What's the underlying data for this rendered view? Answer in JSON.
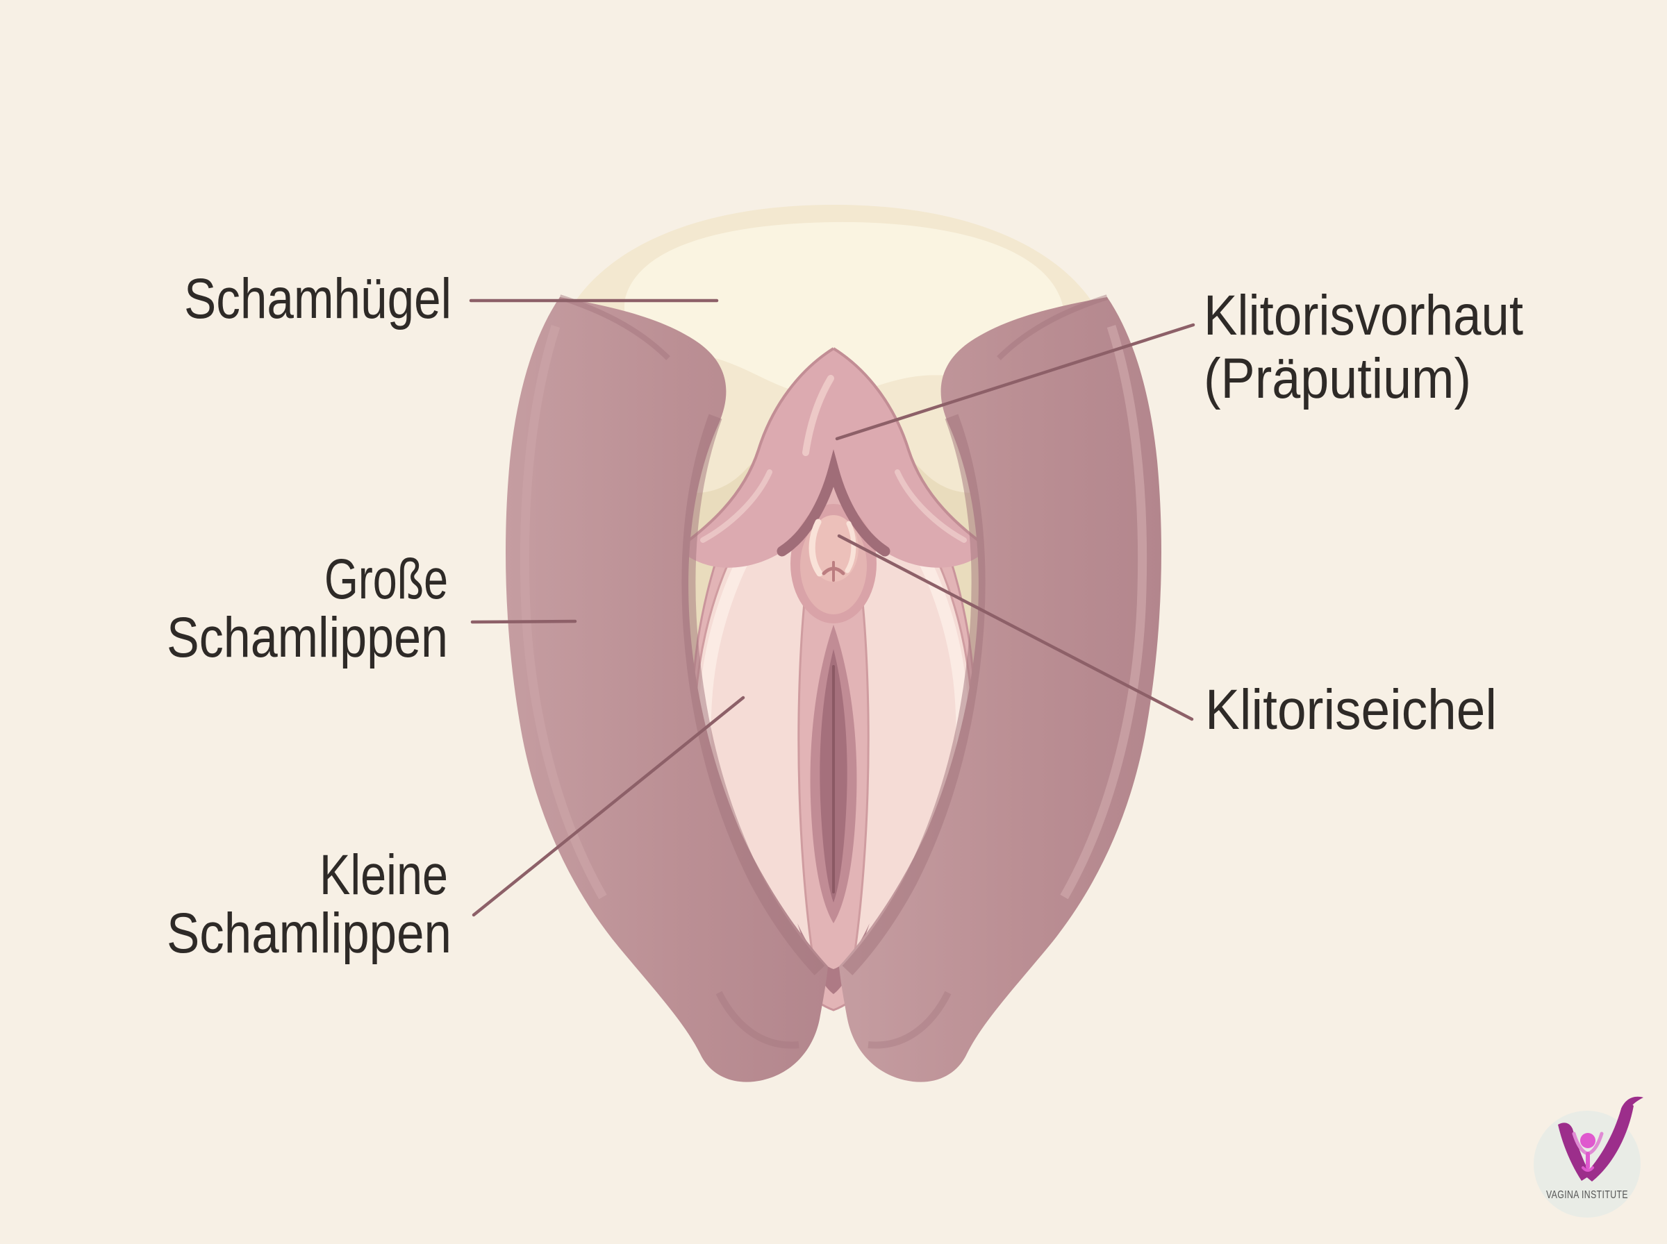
{
  "page": {
    "background_color": "#f7f0e5",
    "type": "medical anatomy diagram (vulva, German labels)"
  },
  "diagram": {
    "annotations": [
      {
        "id": "schamhuegel",
        "lines": [
          "Schamhügel"
        ]
      },
      {
        "id": "grosse-schamlippen",
        "lines": [
          "Große",
          "Schamlippen"
        ]
      },
      {
        "id": "kleine-schamlippen",
        "lines": [
          "Kleine",
          "Schamlippen"
        ]
      },
      {
        "id": "klitorisvorhaut",
        "lines": [
          "Klitorisvorhaut",
          "(Präputium)"
        ]
      },
      {
        "id": "klitoriseichel",
        "lines": [
          "Klitoriseichel"
        ]
      }
    ],
    "colors": {
      "background": "#f7f0e5",
      "label_text": "#2e2a27",
      "leader_line": "#8d6068",
      "mons_pubis": "#f3e8d0",
      "mons_highlight": "#faf4e2",
      "beige_interior": "#e9dcbd",
      "labia_majora": "#bb8f94",
      "labia_majora_shadow": "#a1747c",
      "labia_majora_highlight": "#caa2a6",
      "hood_pink": "#dcaab0",
      "inner_labia": "#f5dcd6",
      "inner_labia_highlight": "#fcece6",
      "medium_pink": "#e2b4b6",
      "vestibule_dark": "#a5707c",
      "glans": "#ecc0ba"
    },
    "logo": {
      "text": "VAGINA INSTITUTE",
      "circle_color": "#e9ece6",
      "mark_color": "#9c2e8b",
      "figure_color": "#df59ce",
      "text_color": "#555555"
    }
  }
}
